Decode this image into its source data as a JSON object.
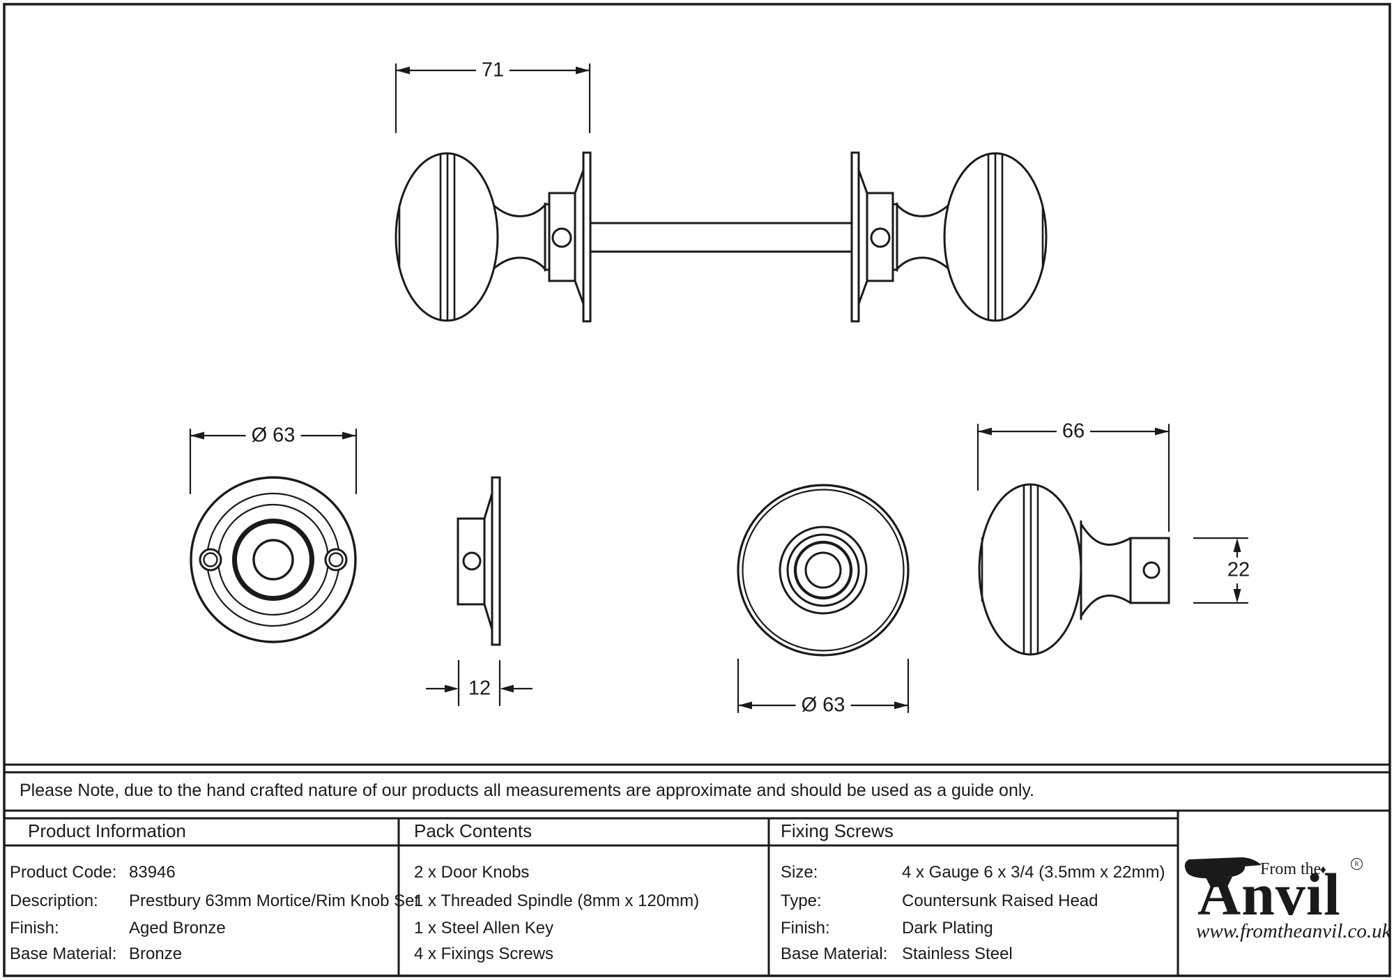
{
  "note": "Please Note, due to the hand crafted nature of our products all measurements are approximate and should be used as a guide only.",
  "dimensions": {
    "knob_set_width": "71",
    "rose_diameter": "Ø 63",
    "rose_depth": "12",
    "knob_face_diameter": "Ø 63",
    "knob_length": "66",
    "shank_height": "22"
  },
  "table": {
    "product_information": {
      "header": "Product Information",
      "rows": [
        {
          "label": "Product Code:",
          "value": "83946"
        },
        {
          "label": "Description:",
          "value": "Prestbury 63mm Mortice/Rim Knob Set"
        },
        {
          "label": "Finish:",
          "value": "Aged Bronze"
        },
        {
          "label": "Base Material:",
          "value": "Bronze"
        }
      ]
    },
    "pack_contents": {
      "header": "Pack Contents",
      "items": [
        "2 x Door Knobs",
        "1 x Threaded Spindle (8mm x 120mm)",
        "1 x Steel Allen Key",
        "4 x Fixings Screws"
      ]
    },
    "fixing_screws": {
      "header": "Fixing Screws",
      "rows": [
        {
          "label": "Size:",
          "value": "4 x Gauge 6 x 3/4 (3.5mm x 22mm)"
        },
        {
          "label": "Type:",
          "value": "Countersunk Raised Head"
        },
        {
          "label": "Finish:",
          "value": "Dark Plating"
        },
        {
          "label": "Base Material:",
          "value": "Stainless Steel"
        }
      ]
    }
  },
  "logo": {
    "from_the": "From the",
    "brand": "Anvil",
    "diamond": "♦",
    "registered": "R",
    "url": "www.fromtheanvil.co.uk"
  },
  "colors": {
    "ink": "#1a1a1a",
    "paper": "#ffffff"
  }
}
